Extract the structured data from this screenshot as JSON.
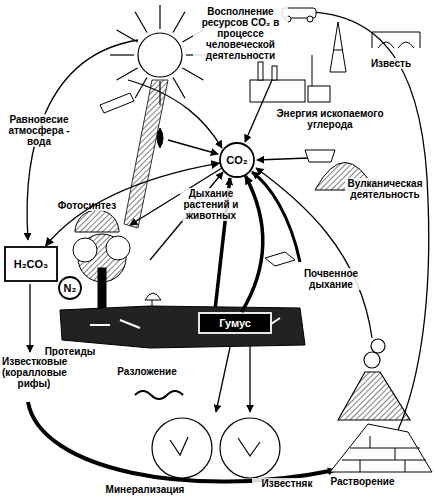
{
  "diagram": {
    "nodes": [
      {
        "text": [
          "CO₂"
        ]
      },
      {
        "text": [
          "H₂CO₃"
        ]
      },
      {
        "text": [
          "N₂"
        ]
      },
      {
        "text": [
          "Гумус"
        ]
      }
    ],
    "edges": [
      {
        "from": 0,
        "to": 1,
        "arrow": "both"
      },
      {
        "from": 3,
        "to": 0,
        "arrow": "to"
      }
    ],
    "labels": [
      "Восполнение ресурсов CO₂ в процессе человеческой деятельности",
      "Известь",
      "Энергия ископаемого углерода",
      "Равновесие атмосфера - вода",
      "Фотосинтез",
      "Дыхание растений и животных",
      "Вулканическая деятельность",
      "Протеиды",
      "Почвенное дыхание",
      "Известковые (коралловые рифы)",
      "Разложение",
      "Минерализация",
      "Растворение",
      "Известняк"
    ]
  }
}
